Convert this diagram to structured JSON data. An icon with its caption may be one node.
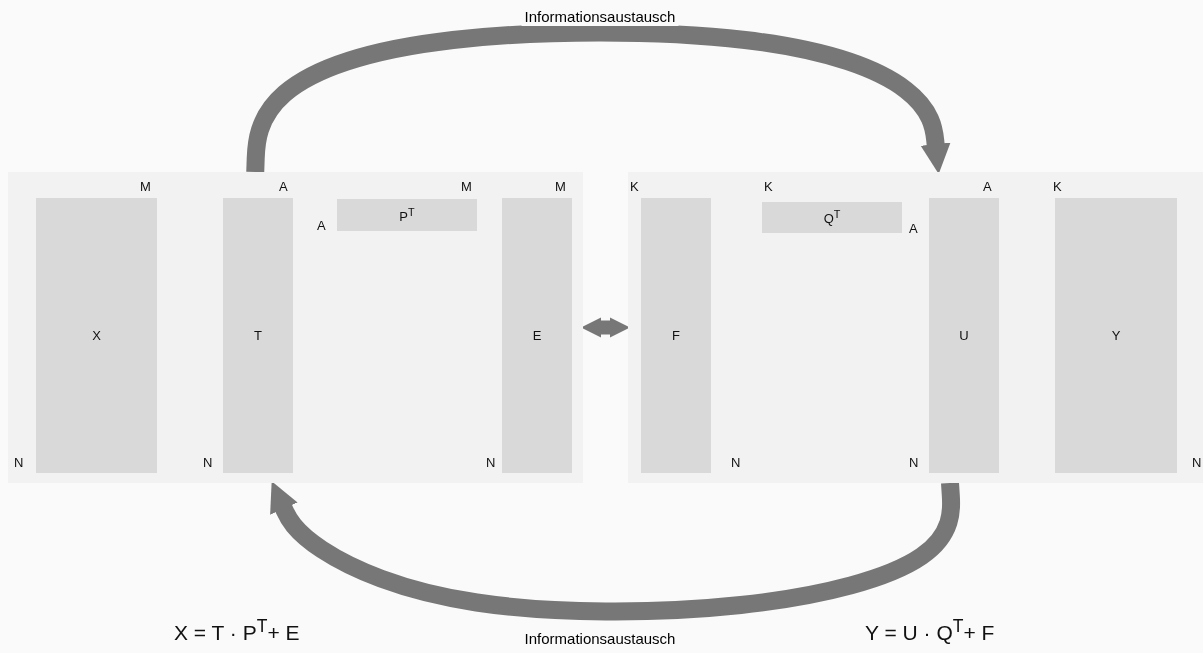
{
  "diagram": {
    "nodes": [
      {
        "text": [],
        "shape": "box"
      },
      {
        "text": [
          "X"
        ],
        "in": 0
      },
      {
        "text": [
          "T"
        ],
        "in": 0
      },
      {
        "text": [
          "P$^{T}$"
        ],
        "in": 0
      },
      {
        "text": [
          "E"
        ],
        "in": 0
      },
      {
        "text": [],
        "shape": "box"
      },
      {
        "text": [
          "F"
        ],
        "in": 5
      },
      {
        "text": [
          "Q$^{T}$"
        ],
        "in": 5
      },
      {
        "text": [
          "U"
        ],
        "in": 5
      },
      {
        "text": [
          "Y"
        ],
        "in": 5
      }
    ],
    "edges": [
      {
        "from": 0,
        "to": 5,
        "arrow": "to",
        "label": "Informationsaustausch"
      },
      {
        "from": 0,
        "to": 5,
        "arrow": "both"
      },
      {
        "from": 5,
        "to": 0,
        "arrow": "to",
        "label": "Informationsaustausch"
      }
    ],
    "labels": [
      "M",
      "A",
      "M",
      "M",
      "K",
      "K",
      "A",
      "K",
      "A",
      "A",
      "N",
      "N",
      "N",
      "N",
      "N",
      "N",
      "X = T · P$^{T}$+ E",
      "Y = U · Q$^{T}$+ F"
    ]
  }
}
